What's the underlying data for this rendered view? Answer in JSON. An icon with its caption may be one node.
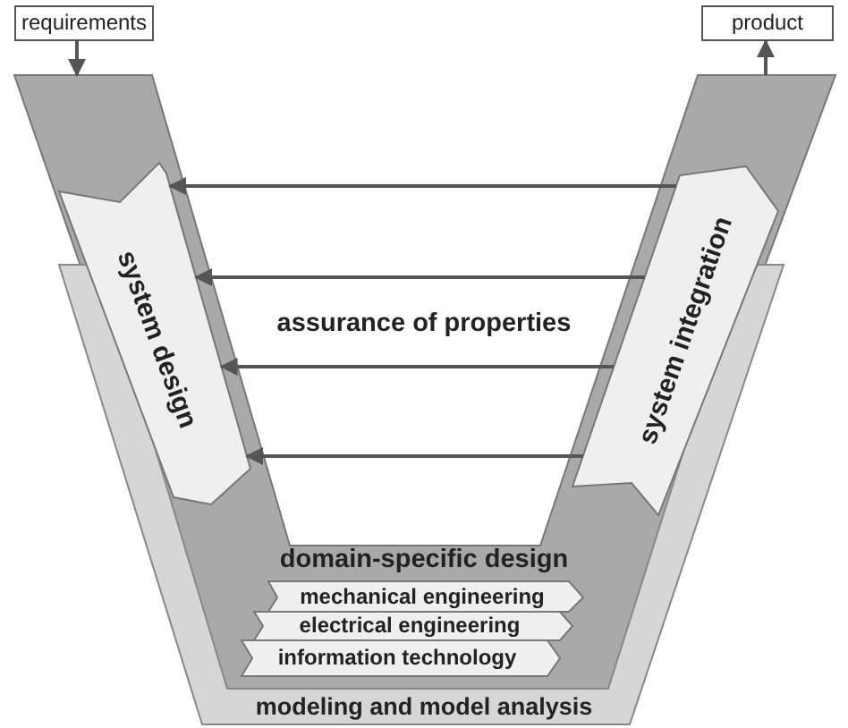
{
  "diagram": {
    "nodes": [
      {
        "text": [
          "requirements"
        ]
      },
      {
        "text": [
          "product"
        ]
      },
      {
        "text": [
          "domain-specific design"
        ]
      },
      {
        "text": [
          "system design"
        ],
        "in": 2
      },
      {
        "text": [
          "system integration"
        ],
        "in": 2
      },
      {
        "text": [
          "mechanical engineering"
        ],
        "in": 2
      },
      {
        "text": [
          "electrical engineering"
        ],
        "in": 2
      },
      {
        "text": [
          "information technology"
        ],
        "in": 2
      },
      {
        "text": [
          "modeling and model analysis"
        ]
      }
    ],
    "edges": [
      {
        "from": 0,
        "to": 2,
        "arrow": "to"
      },
      {
        "from": 2,
        "to": 1,
        "arrow": "to"
      },
      {
        "from": 4,
        "to": 3,
        "arrow": "to"
      },
      {
        "from": 4,
        "to": 3,
        "arrow": "to"
      },
      {
        "from": 4,
        "to": 3,
        "arrow": "to"
      },
      {
        "from": 4,
        "to": 3,
        "arrow": "to"
      }
    ],
    "labels": [
      "assurance of properties"
    ]
  }
}
